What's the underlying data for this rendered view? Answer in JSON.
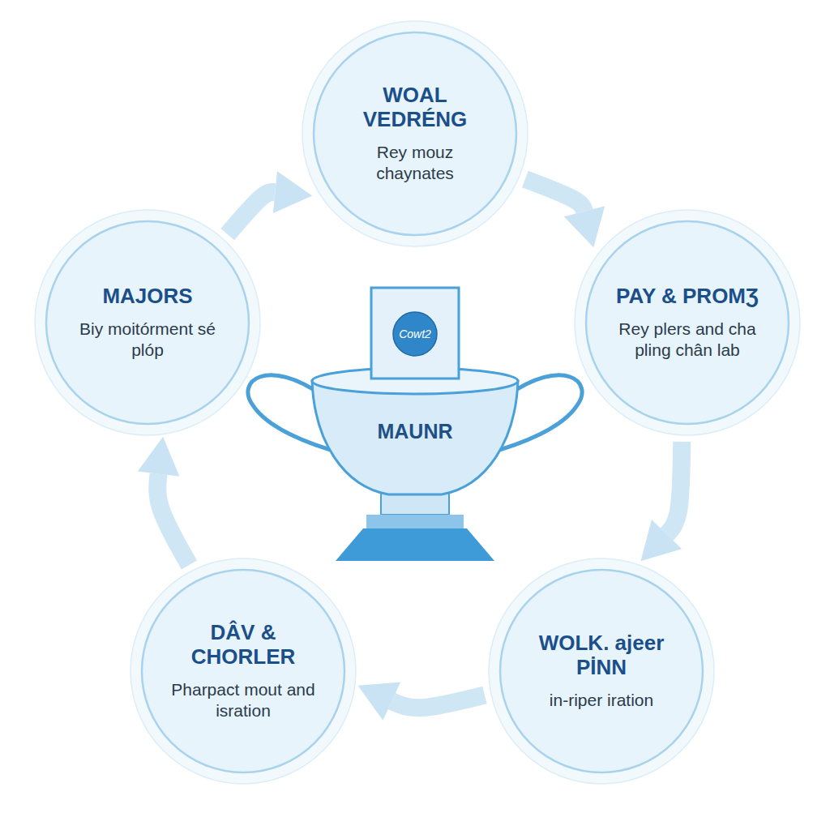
{
  "diagram": {
    "nodes": [
      {
        "text": [
          "WOAL VEDRÉNG",
          "Rey mouz chaynates"
        ]
      },
      {
        "text": [
          "PAY & PROMƷ",
          "Rey plers and cha pling chân lab"
        ]
      },
      {
        "text": [
          "WOLK. ajeer PİNN",
          "in-riper iration"
        ]
      },
      {
        "text": [
          "DÂV & CHORLER",
          "Pharpact mout and isration"
        ]
      },
      {
        "text": [
          "MAJORS",
          "Biy moitórment sé plóp"
        ]
      },
      {
        "text": [
          "MAUNR"
        ]
      },
      {
        "text": [
          "Cowt2"
        ],
        "in": 5
      }
    ],
    "edges": [
      {
        "from": 0,
        "to": 1,
        "arrow": "to"
      },
      {
        "from": 1,
        "to": 2,
        "arrow": "to"
      },
      {
        "from": 2,
        "to": 3,
        "arrow": "to"
      },
      {
        "from": 3,
        "to": 4,
        "arrow": "to"
      },
      {
        "from": 4,
        "to": 0,
        "arrow": "to"
      }
    ]
  }
}
